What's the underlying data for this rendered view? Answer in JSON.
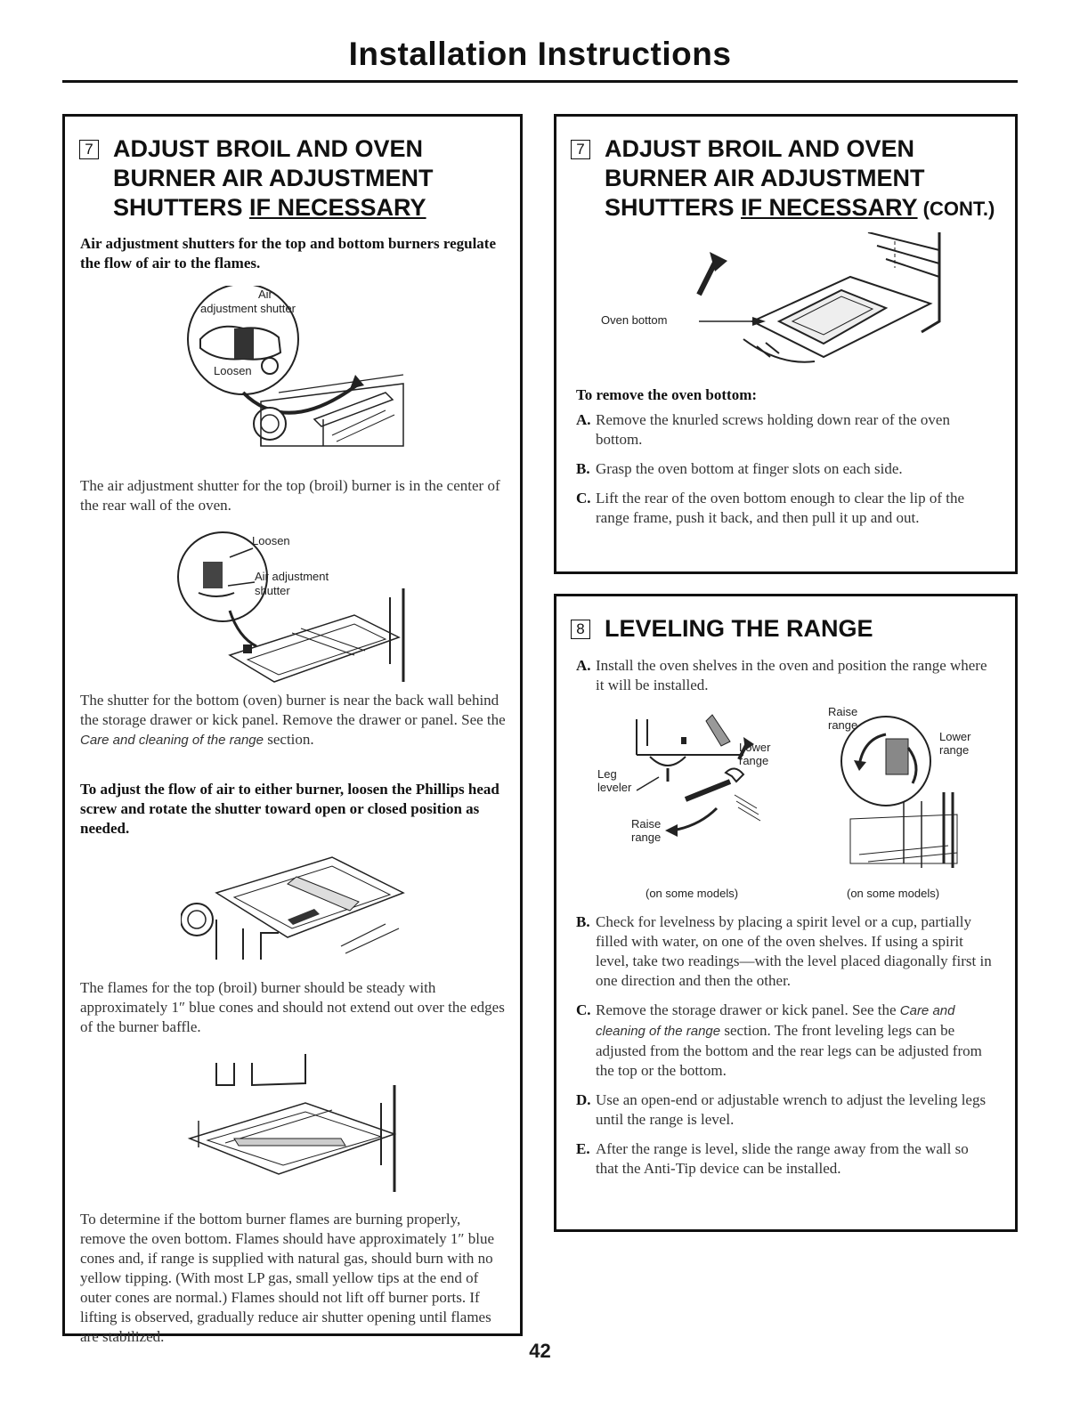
{
  "page": {
    "title": "Installation Instructions",
    "page_number": "42"
  },
  "left": {
    "step_number": "7",
    "heading_line1": "ADJUST BROIL AND OVEN",
    "heading_line2": "BURNER AIR ADJUSTMENT",
    "heading_line3_a": "SHUTTERS ",
    "heading_line3_b": "IF NECESSARY",
    "intro_bold": "Air adjustment shutters for the top and bottom burners regulate the flow of air to the flames.",
    "fig1_label_air": "Air",
    "fig1_label_shutter": "adjustment shutter",
    "fig1_label_loosen": "Loosen",
    "para1": "The air adjustment shutter for the top (broil) burner is in the center of the rear wall of the oven.",
    "fig2_label_loosen": "Loosen",
    "fig2_label_air": "Air adjustment",
    "fig2_label_shutter": "shutter",
    "para2_a": "The shutter for the bottom (oven) burner is near the back wall behind the storage drawer or kick panel. Remove the drawer or panel. See the ",
    "para2_italic": "Care and cleaning of the range",
    "para2_b": " section.",
    "para3_bold": "To adjust the flow of air to either burner, loosen the Phillips head screw and rotate the shutter toward open or closed position as needed.",
    "para4": "The flames for the top (broil) burner should be steady with approximately 1″ blue cones and should not extend out over the edges of the burner baffle.",
    "para5": "To determine if the bottom burner flames are burning properly, remove the oven bottom. Flames should have approximately 1″ blue cones and, if range is supplied with natural gas, should burn with no yellow tipping. (With most LP gas, small yellow tips at the end of outer cones are normal.) Flames should not lift off burner ports. If lifting is observed, gradually reduce air shutter opening until flames are stabilized."
  },
  "right_top": {
    "step_number": "7",
    "heading_line1": "ADJUST BROIL AND OVEN",
    "heading_line2": "BURNER AIR ADJUSTMENT",
    "heading_line3_a": "SHUTTERS ",
    "heading_line3_b": "IF NECESSARY",
    "heading_cont": " (CONT.)",
    "fig_label_oven_bottom": "Oven bottom",
    "subheading": "To remove the oven bottom:",
    "steps": [
      {
        "letter": "A.",
        "text": "Remove the knurled screws holding down rear of the oven bottom."
      },
      {
        "letter": "B.",
        "text": "Grasp the oven bottom at finger slots on each side."
      },
      {
        "letter": "C.",
        "text": "Lift the rear of the oven bottom enough to clear the lip of the range frame, push it back, and then pull it up and out."
      }
    ]
  },
  "right_bottom": {
    "step_number": "8",
    "heading": "LEVELING THE RANGE",
    "step_a_letter": "A.",
    "step_a_text": "Install the oven shelves in the oven and position the range where it will be installed.",
    "fig_left": {
      "lower_range_1": "Lower",
      "lower_range_2": "range",
      "leg_1": "Leg",
      "leg_2": "leveler",
      "raise_range_1": "Raise",
      "raise_range_2": "range",
      "caption": "(on some models)"
    },
    "fig_right": {
      "raise_range_1": "Raise",
      "raise_range_2": "range",
      "lower_range_1": "Lower",
      "lower_range_2": "range",
      "caption": "(on some models)"
    },
    "step_b_letter": "B.",
    "step_b_text": "Check for levelness by placing a spirit level or a cup, partially filled with water, on one of the oven shelves. If using a spirit level, take two readings—with the level placed diagonally first in one direction and then the other.",
    "step_c_letter": "C.",
    "step_c_a": "Remove the storage drawer or kick panel. See the ",
    "step_c_italic": "Care and cleaning of the range",
    "step_c_b": " section. The front leveling legs can be adjusted from the bottom and the rear legs can be adjusted from the top or the bottom.",
    "step_d_letter": "D.",
    "step_d_text": "Use an open-end or adjustable wrench to adjust the leveling legs until the range is level.",
    "step_e_letter": "E.",
    "step_e_text": "After the range is level, slide the range away from the wall so that the Anti-Tip device can be installed."
  }
}
